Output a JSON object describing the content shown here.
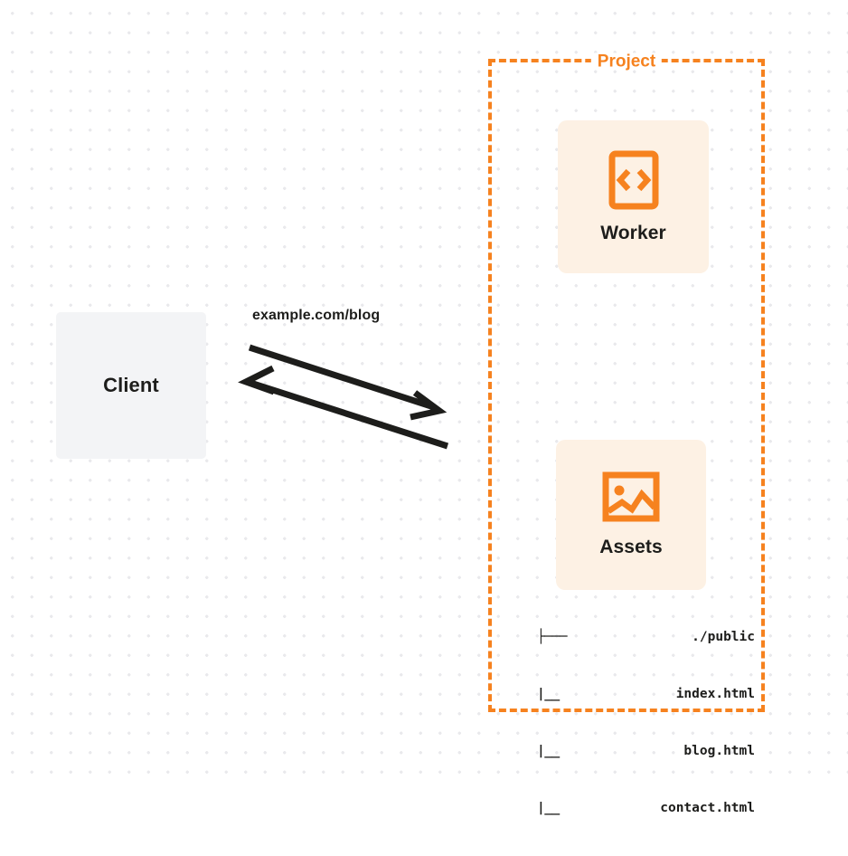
{
  "diagram": {
    "background": "dot-grid",
    "colors": {
      "accent_orange": "#F6821F",
      "card_background": "#fdf1e4",
      "client_background": "#f3f4f6",
      "text_dark": "#1d1d1b",
      "arrow": "#1d1d1b"
    }
  },
  "client": {
    "label": "Client"
  },
  "project": {
    "title": "Project",
    "nodes": [
      {
        "label": "Worker",
        "icon": "code-file-icon"
      },
      {
        "label": "Assets",
        "icon": "image-icon"
      }
    ],
    "file_tree": [
      {
        "branch": "├───",
        "name": "./public"
      },
      {
        "branch": "|__",
        "name": "index.html"
      },
      {
        "branch": "|__",
        "name": "blog.html"
      },
      {
        "branch": "|__",
        "name": "contact.html"
      }
    ]
  },
  "connection": {
    "label": "example.com/blog",
    "request_direction": "client-to-project",
    "response_direction": "project-to-client"
  }
}
